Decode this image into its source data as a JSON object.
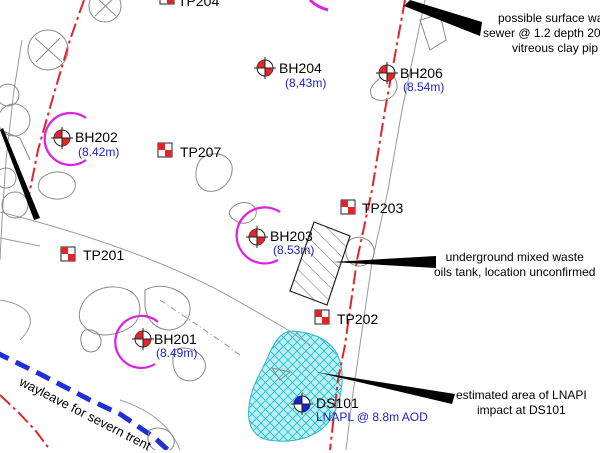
{
  "colors": {
    "borehole_ring": "#e020e0",
    "boundary": "#e0262a",
    "wayleave_line": "#1f2fd8",
    "lnapl_fill": "#b8f2f6",
    "lnapl_hatch": "#29b7c9",
    "level_text": "#1e22c8",
    "tree": "#8a8a8a"
  },
  "trial_pits": [
    {
      "id": "TP204"
    },
    {
      "id": "TP207"
    },
    {
      "id": "TP203"
    },
    {
      "id": "TP201"
    },
    {
      "id": "TP202"
    }
  ],
  "boreholes": [
    {
      "id": "BH204",
      "level": "(8,43m)"
    },
    {
      "id": "BH206",
      "level": "(8.54m)"
    },
    {
      "id": "BH202",
      "level": "(8.42m)"
    },
    {
      "id": "BH203",
      "level": "(8.53m)"
    },
    {
      "id": "BH201",
      "level": "(8.49m)"
    }
  ],
  "drain_sample": {
    "id": "DS101",
    "note": "LNAPL @ 8.8m AOD"
  },
  "annotations": {
    "sewer": [
      "possible surface wa",
      "sewer @ 1.2 depth 20",
      "vitreous clay pip"
    ],
    "tank": [
      "underground mixed waste",
      "oils tank, location unconfirmed"
    ],
    "lnapl": [
      "estimated area of LNAPI",
      "impact at DS101"
    ],
    "wayleave": "wayleave for severn trent"
  }
}
